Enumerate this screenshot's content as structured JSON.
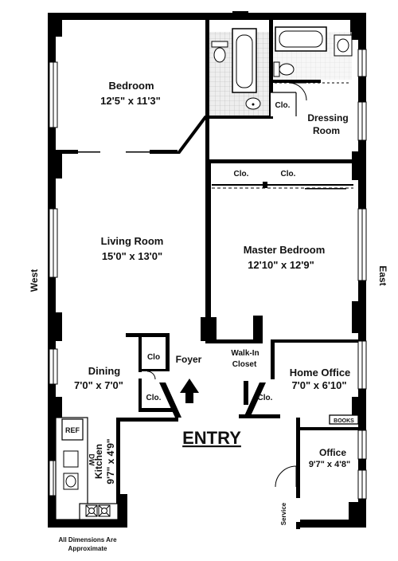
{
  "rooms": {
    "bedroom": {
      "name": "Bedroom",
      "dims": "12'5\" x 11'3\""
    },
    "living": {
      "name": "Living Room",
      "dims": "15'0\" x 13'0\""
    },
    "master": {
      "name": "Master Bedroom",
      "dims": "12'10\" x 12'9\""
    },
    "dining": {
      "name": "Dining",
      "dims": "7'0\" x 7'0\""
    },
    "home_office": {
      "name": "Home Office",
      "dims": "7'0\" x 6'10\""
    },
    "office": {
      "name": "Office",
      "dims": "9'7\" x 4'8\""
    },
    "kitchen": {
      "name": "Kitchen",
      "dims": "9'7\" x 4'9\""
    },
    "dressing": {
      "line1": "Dressing",
      "line2": "Room"
    },
    "foyer": {
      "name": "Foyer"
    },
    "walk_in": {
      "line1": "Walk-In",
      "line2": "Closet"
    }
  },
  "closets": {
    "bath": "Clo.",
    "master_1": "Clo.",
    "master_2": "Clo.",
    "foyer_small": "Clo",
    "dining": "Clo.",
    "home_office": "Clo."
  },
  "fixtures": {
    "ref": "REF",
    "dw": "DW",
    "books": "BOOKS"
  },
  "labels": {
    "entry": "ENTRY",
    "service": "Service",
    "west": "West",
    "east": "East",
    "note_line1": "All Dimensions Are",
    "note_line2": "Approximate"
  },
  "colors": {
    "wall": "#000000",
    "background": "#ffffff",
    "tile": "#d9d9d9"
  }
}
